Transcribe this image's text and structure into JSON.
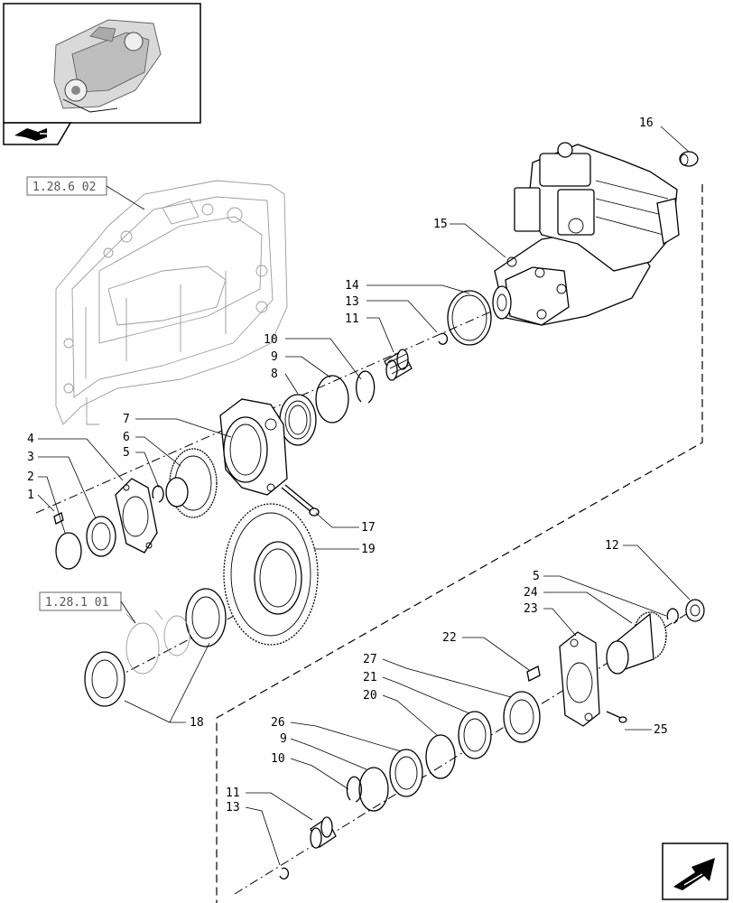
{
  "ref_labels": {
    "transmission_housing": "1.28.6 02",
    "final_drive": "1.28.1 01"
  },
  "callouts": {
    "c1": "1",
    "c2": "2",
    "c3": "3",
    "c4": "4",
    "c5a": "5",
    "c5b": "5",
    "c6": "6",
    "c7": "7",
    "c8": "8",
    "c9a": "9",
    "c9b": "9",
    "c10a": "10",
    "c10b": "10",
    "c11a": "11",
    "c11b": "11",
    "c12": "12",
    "c13a": "13",
    "c13b": "13",
    "c14": "14",
    "c15": "15",
    "c16": "16",
    "c17": "17",
    "c18": "18",
    "c19": "19",
    "c20": "20",
    "c21": "21",
    "c22": "22",
    "c23": "23",
    "c24": "24",
    "c25": "25",
    "c26": "26",
    "c27": "27"
  },
  "icons": {
    "thumbnail": "tractor-transmission-thumbnail",
    "catalog_tab": "book-arrow-icon",
    "next_page": "next-page-arrow-icon"
  }
}
